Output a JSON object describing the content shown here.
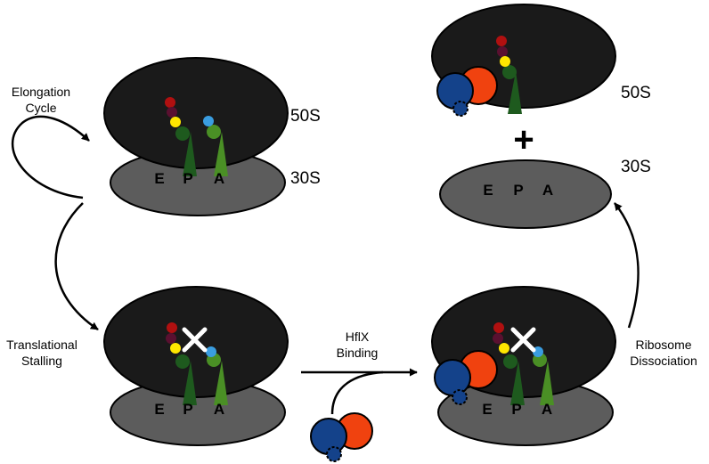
{
  "subunits": {
    "large": "50S",
    "small": "30S"
  },
  "sites": {
    "e": "E",
    "p": "P",
    "a": "A"
  },
  "labels": {
    "elongation_line1": "Elongation",
    "elongation_line2": "Cycle",
    "stalling_line1": "Translational",
    "stalling_line2": "Stalling",
    "hflx_line1": "HflX",
    "hflx_line2": "Binding",
    "dissociation_line1": "Ribosome",
    "dissociation_line2": "Dissociation",
    "plus": "+"
  },
  "colors": {
    "large_subunit": "#1a1a1a",
    "small_subunit": "#5c5c5c",
    "trna_dark_green": "#1e5a1e",
    "trna_light_green": "#4a8f25",
    "hflx_blue": "#14428a",
    "hflx_orange": "#f0420f",
    "residue_red": "#b01010",
    "residue_maroon": "#5a1030",
    "residue_yellow": "#ffe600",
    "residue_blue": "#3a9de0",
    "stall_mark": "#ffffff"
  }
}
